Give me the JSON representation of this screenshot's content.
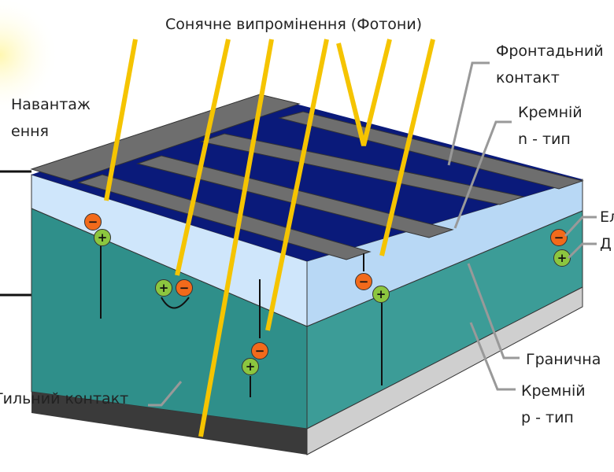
{
  "title": "Сонячне випромінення (Фотони)",
  "labels": {
    "load_line1": "Навантаж",
    "load_line2": "ення",
    "front_contact_line1": "Фронтадьний",
    "front_contact_line2": "контакт",
    "n_type_line1": "Кремній",
    "n_type_line2": "n - тип",
    "electron": "Ел",
    "hole": "Д",
    "junction": "Гранична",
    "p_type_line1": "Кремній",
    "p_type_line2": "p - тип",
    "back_contact": "Тильний контакт"
  },
  "charges": {
    "minus": "−",
    "plus": "+"
  },
  "colors": {
    "photon": "#f5c400",
    "n_layer": "#cfe6fb",
    "p_layer": "#2f8f8a",
    "top": "#0a1a7a",
    "finger": "#6e6e6e",
    "electron": "#f26a1b",
    "hole": "#8cc63f"
  }
}
